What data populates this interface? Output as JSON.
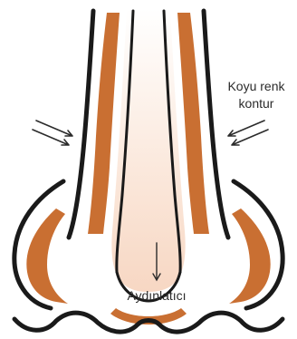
{
  "labels": {
    "contour_line1": "Koyu renk",
    "contour_line2": "kontur",
    "highlight": "Aydınlatıcı"
  },
  "colors": {
    "contour": "#c96f32",
    "highlight_top": "#ffffff",
    "highlight_bottom": "#f7d7c3",
    "outline": "#1a1a1a",
    "arrow": "#2b2b2b"
  }
}
